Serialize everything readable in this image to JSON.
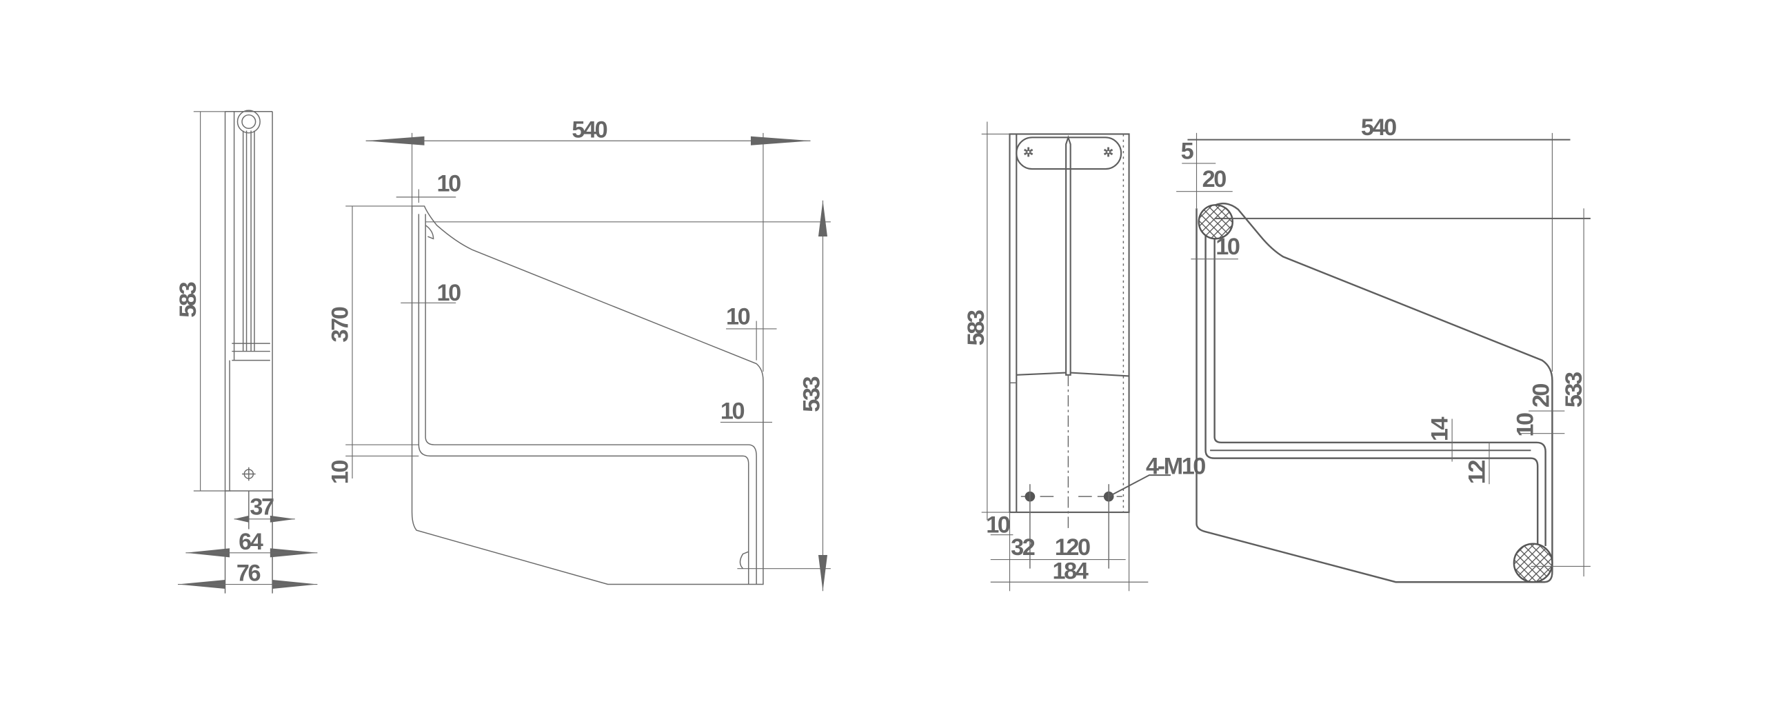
{
  "views": {
    "side_view": {
      "dims": {
        "height": "583",
        "d37": "37",
        "d64": "64",
        "d76": "76"
      }
    },
    "section_view_1": {
      "dims": {
        "width": "540",
        "t_top": "10",
        "t_mid": "10",
        "t_right_upper": "10",
        "t_right_lower": "10",
        "height_370": "370",
        "t_bottom": "10",
        "height_533": "533"
      }
    },
    "front_view": {
      "dims": {
        "height": "583",
        "d10": "10",
        "d32": "32",
        "d120": "120",
        "d184": "184"
      },
      "callout": "4-M10"
    },
    "section_view_2": {
      "dims": {
        "width": "540",
        "d5": "5",
        "d20_top": "20",
        "d10_top": "10",
        "d14": "14",
        "d12": "12",
        "d10_right": "10",
        "d20_right": "20",
        "height_533": "533"
      }
    }
  },
  "colors": {
    "line": "#6a6a6a",
    "text": "#666666",
    "background": "#ffffff"
  }
}
